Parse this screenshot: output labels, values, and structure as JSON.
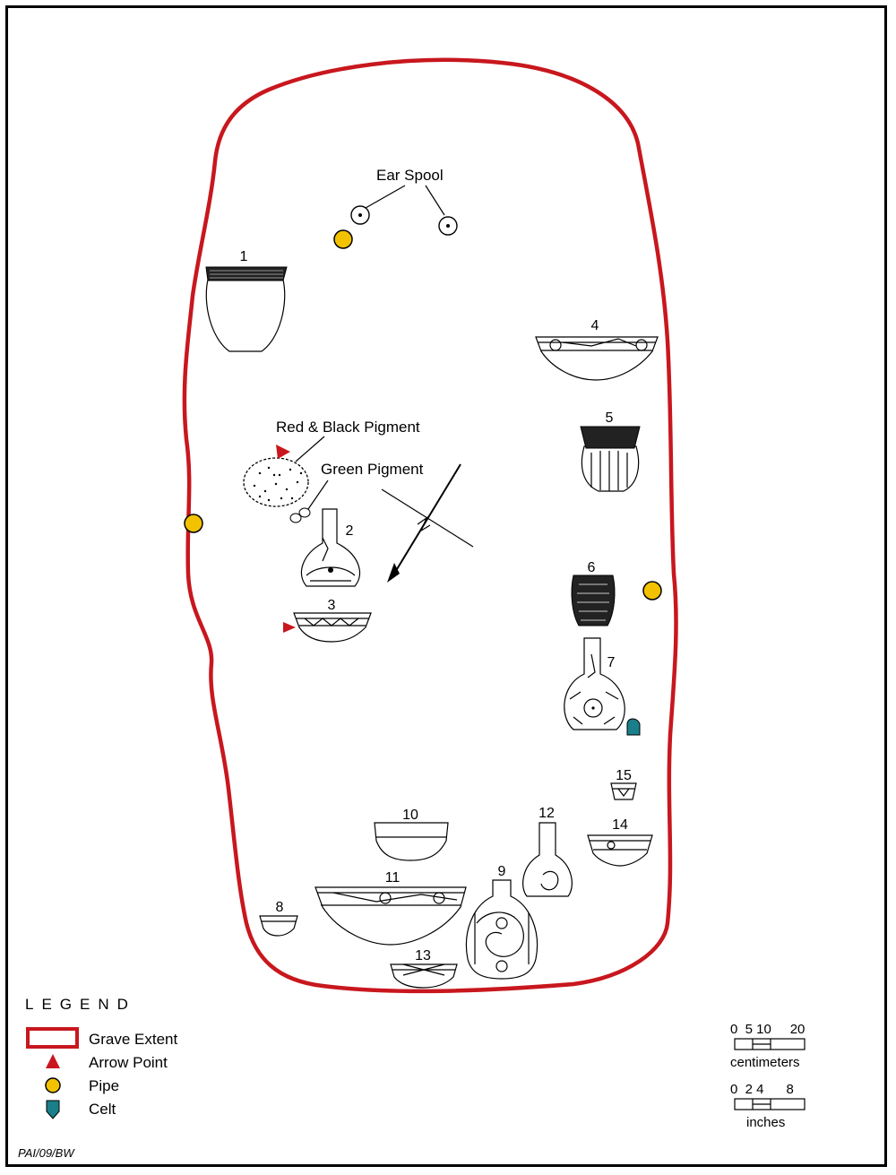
{
  "labels": {
    "ear_spool": "Ear Spool",
    "red_black_pigment": "Red & Black Pigment",
    "green_pigment": "Green Pigment"
  },
  "vessel_numbers": [
    "1",
    "2",
    "3",
    "4",
    "5",
    "6",
    "7",
    "8",
    "9",
    "10",
    "11",
    "12",
    "13",
    "14",
    "15"
  ],
  "legend": {
    "title": "LEGEND",
    "items": [
      {
        "label": "Grave Extent",
        "symbol": "red-rectangle"
      },
      {
        "label": "Arrow Point",
        "symbol": "red-triangle"
      },
      {
        "label": "Pipe",
        "symbol": "yellow-circle"
      },
      {
        "label": "Celt",
        "symbol": "teal-shield"
      }
    ]
  },
  "scale": {
    "cm_ticks": "0  5 10     20",
    "cm_unit": "centimeters",
    "in_ticks": "0  2 4      8",
    "in_unit": "inches"
  },
  "credit": "PAI/09/BW",
  "colors": {
    "grave_extent": "#c8171e",
    "arrow_point": "#c8171e",
    "pipe": "#f2c200",
    "celt": "#1a7f8a"
  },
  "icons": {
    "north_arrow": "north-arrow-icon"
  }
}
